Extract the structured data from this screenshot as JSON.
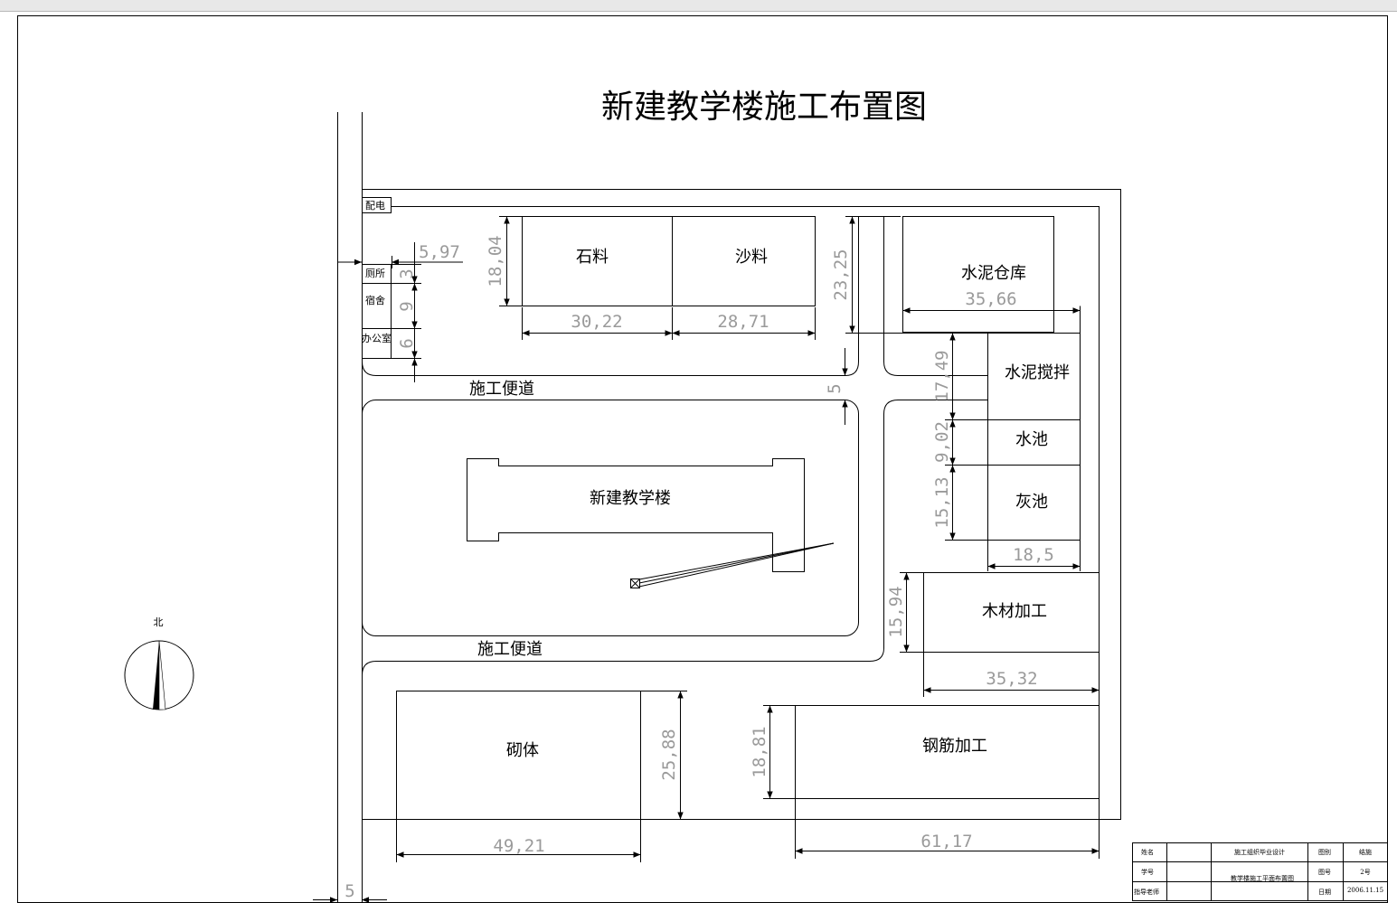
{
  "title": "新建教学楼施工布置图",
  "north_label": "北",
  "areas": {
    "power": "配电",
    "toilet": "厕所",
    "dorm": "宿舍",
    "office": "办公室",
    "stone": "石料",
    "sand": "沙料",
    "cement_store": "水泥仓库",
    "cement_mix": "水泥搅拌",
    "water_pool": "水池",
    "lime_pool": "灰池",
    "building": "新建教学楼",
    "timber": "木材加工",
    "masonry": "砌体",
    "rebar": "钢筋加工"
  },
  "roads": {
    "upper": "施工便道",
    "lower": "施工便道"
  },
  "dims": {
    "d597": "5,97",
    "d3": "3",
    "d9": "9",
    "d6": "6",
    "d1804": "18,04",
    "d3022": "30,22",
    "d2871": "28,71",
    "d2325": "23,25",
    "d5a": "5",
    "d3566": "35,66",
    "d1749": "17,49",
    "d902": "9,02",
    "d1513": "15,13",
    "d185": "18,5",
    "d1594": "15,94",
    "d3532": "35,32",
    "d2588": "25,88",
    "d1881": "18,81",
    "d4921": "49,21",
    "d6117": "61,17",
    "d5b": "5"
  },
  "title_block": {
    "name_label": "姓名",
    "id_label": "学号",
    "advisor_label": "指导老师",
    "project": "施工组织毕业设计",
    "drawing_name": "教学楼施工平面布置图",
    "category_label": "图别",
    "category": "结施",
    "number_label": "图号",
    "number": "2号",
    "date_label": "日期",
    "date": "2006.11.15"
  }
}
